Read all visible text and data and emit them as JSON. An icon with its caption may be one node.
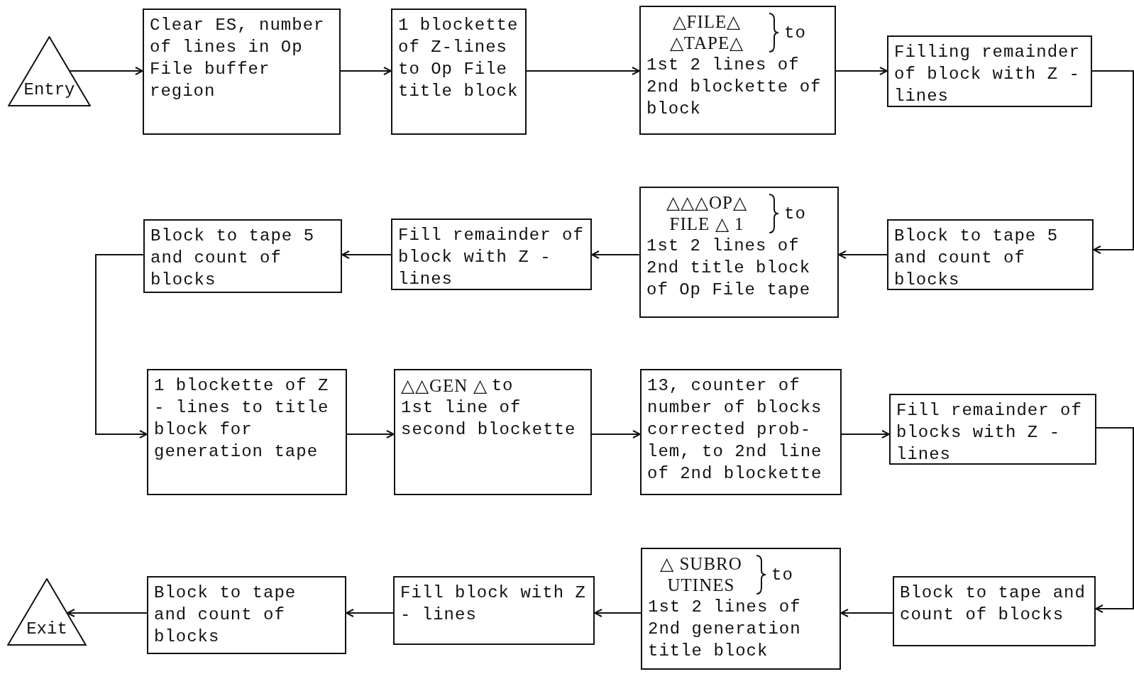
{
  "diagram": {
    "nodes": [
      {
        "text": [
          "Entry"
        ]
      },
      {
        "text": [
          "Clear ES, number of lines in Op File buffer region"
        ]
      },
      {
        "text": [
          "1 blockette of Z-lines to Op File title block"
        ]
      },
      {
        "text": [
          "△FILE△ △TAPE△",
          "to",
          "1st 2 lines of 2nd blockette of block"
        ]
      },
      {
        "text": [
          "Filling remainder of block with Z - lines"
        ]
      },
      {
        "text": [
          "Block to tape 5 and count of blocks"
        ]
      },
      {
        "text": [
          "Fill remainder of block with Z - lines"
        ]
      },
      {
        "text": [
          "△△△OP△ FILE △ 1",
          "to",
          "1st 2 lines of 2nd title block of Op File tape"
        ]
      },
      {
        "text": [
          "Block to tape 5 and count of blocks"
        ]
      },
      {
        "text": [
          "1 blockette of Z - lines to title block for generation tape"
        ]
      },
      {
        "text": [
          "△△GEN △",
          "to",
          "1st line of second blockette"
        ]
      },
      {
        "text": [
          "13, counter of number of blocks corrected prob- lem, to 2nd line of 2nd blockette"
        ]
      },
      {
        "text": [
          "Fill remainder of blocks with Z - lines"
        ]
      },
      {
        "text": [
          "Exit"
        ]
      },
      {
        "text": [
          "Block to tape and count of blocks"
        ]
      },
      {
        "text": [
          "Fill block with Z - lines"
        ]
      },
      {
        "text": [
          "△ SUBRO UTINES",
          "to",
          "1st 2 lines of 2nd generation title block"
        ]
      },
      {
        "text": [
          "Block to tape and count of blocks"
        ]
      }
    ],
    "edges": [
      {
        "from": 0,
        "to": 1,
        "arrow": "to"
      },
      {
        "from": 1,
        "to": 2,
        "arrow": "to"
      },
      {
        "from": 2,
        "to": 3,
        "arrow": "to"
      },
      {
        "from": 3,
        "to": 4,
        "arrow": "to"
      },
      {
        "from": 4,
        "to": 8,
        "arrow": "to"
      },
      {
        "from": 8,
        "to": 7,
        "arrow": "to"
      },
      {
        "from": 7,
        "to": 6,
        "arrow": "to"
      },
      {
        "from": 6,
        "to": 5,
        "arrow": "to"
      },
      {
        "from": 5,
        "to": 9,
        "arrow": "to"
      },
      {
        "from": 9,
        "to": 10,
        "arrow": "to"
      },
      {
        "from": 10,
        "to": 11,
        "arrow": "to"
      },
      {
        "from": 11,
        "to": 12,
        "arrow": "to"
      },
      {
        "from": 12,
        "to": 17,
        "arrow": "to"
      },
      {
        "from": 17,
        "to": 16,
        "arrow": "to"
      },
      {
        "from": 16,
        "to": 15,
        "arrow": "to"
      },
      {
        "from": 15,
        "to": 14,
        "arrow": "to"
      },
      {
        "from": 14,
        "to": 13,
        "arrow": "to"
      }
    ]
  }
}
